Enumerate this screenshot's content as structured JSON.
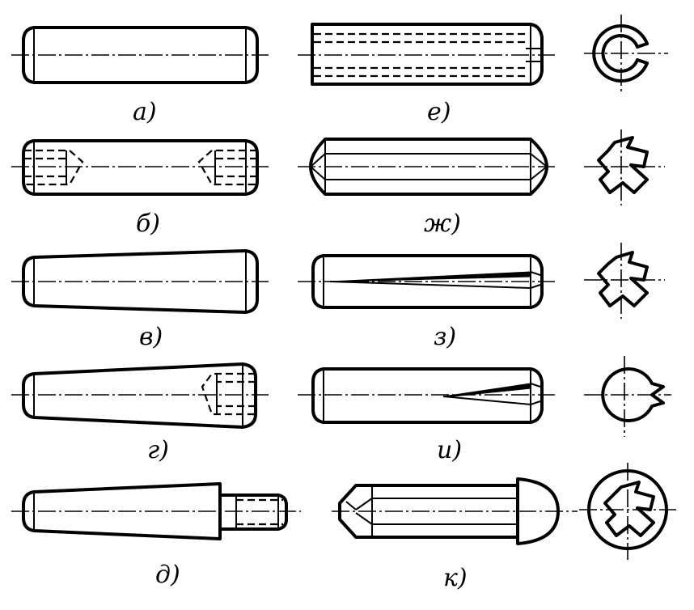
{
  "labels": {
    "a": "а)",
    "b": "б)",
    "v": "в)",
    "g": "г)",
    "d": "д)",
    "e": "е)",
    "zh": "ж)",
    "z": "з)",
    "i": "и)",
    "k": "к)"
  }
}
